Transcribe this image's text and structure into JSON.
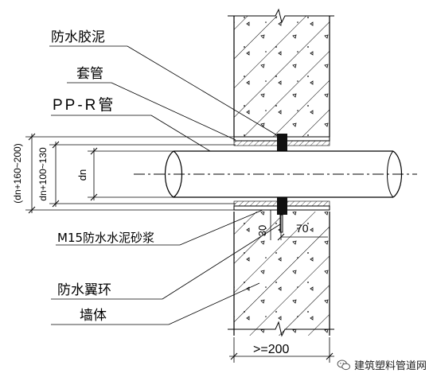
{
  "labels": {
    "sealant": "防水胶泥",
    "sleeve": "套管",
    "pipe": "PP-R管",
    "mortar": "M15防水水泥砂浆",
    "flange": "防水翼环",
    "wall": "墙体"
  },
  "dimensions": {
    "outer": "(dn+160~200)",
    "inner": "dn+100~130",
    "pipe": "dn",
    "flange_width": "70",
    "gap": "30",
    "wall_thickness": ">=200"
  },
  "watermark": {
    "text": "建筑塑料管道网",
    "icon": "wechat-icon"
  }
}
